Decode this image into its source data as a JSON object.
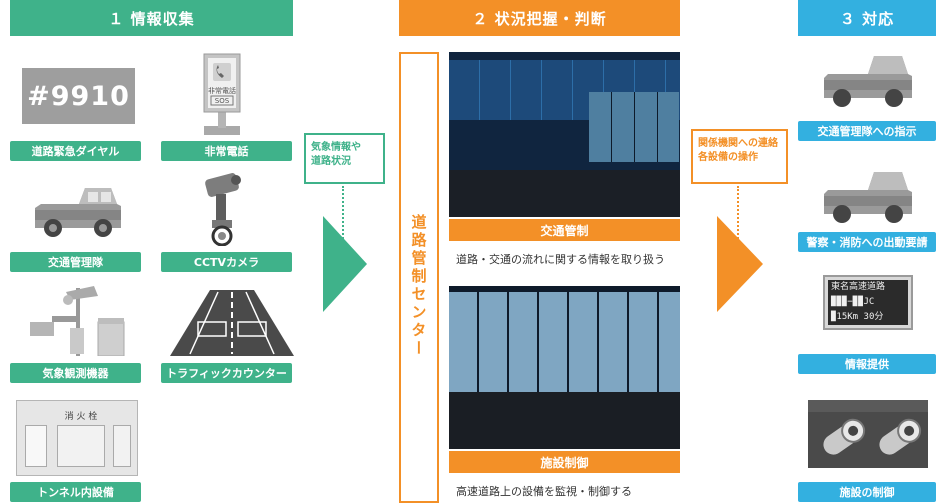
{
  "headers": {
    "collect": "１ 情報収集",
    "judge": "２ 状況把握・判断",
    "respond": "３ 対応"
  },
  "collect_items": {
    "dial_badge": "#9910",
    "dial": "道路緊急ダイヤル",
    "phone": "非常電話",
    "phone_sign": "非常電話",
    "phone_sos": "SOS",
    "patrol": "交通管理隊",
    "cctv": "CCTVカメラ",
    "weather": "気象観測機器",
    "counter": "トラフィックカウンター",
    "tunnel": "トンネル内設備",
    "tunnel_sign": "消 火 栓"
  },
  "notes": {
    "weather_road": "気象情報や\n道路状況",
    "contact": "関係機関への連絡\n各設備の操作"
  },
  "center": {
    "title": "道路管制センター",
    "traffic_label": "交通管制",
    "traffic_desc": "道路・交通の流れに関する情報を取り扱う",
    "facility_label": "施設制御",
    "facility_desc": "高速道路上の設備を監視・制御する"
  },
  "respond_items": {
    "instruct": "交通管理隊への指示",
    "dispatch": "警察・消防への出動要請",
    "info": "情報提供",
    "control": "施設の制御"
  },
  "vms": {
    "road": "東名高速道路",
    "jc": "JC",
    "dist": "15Km",
    "time": "30分"
  }
}
